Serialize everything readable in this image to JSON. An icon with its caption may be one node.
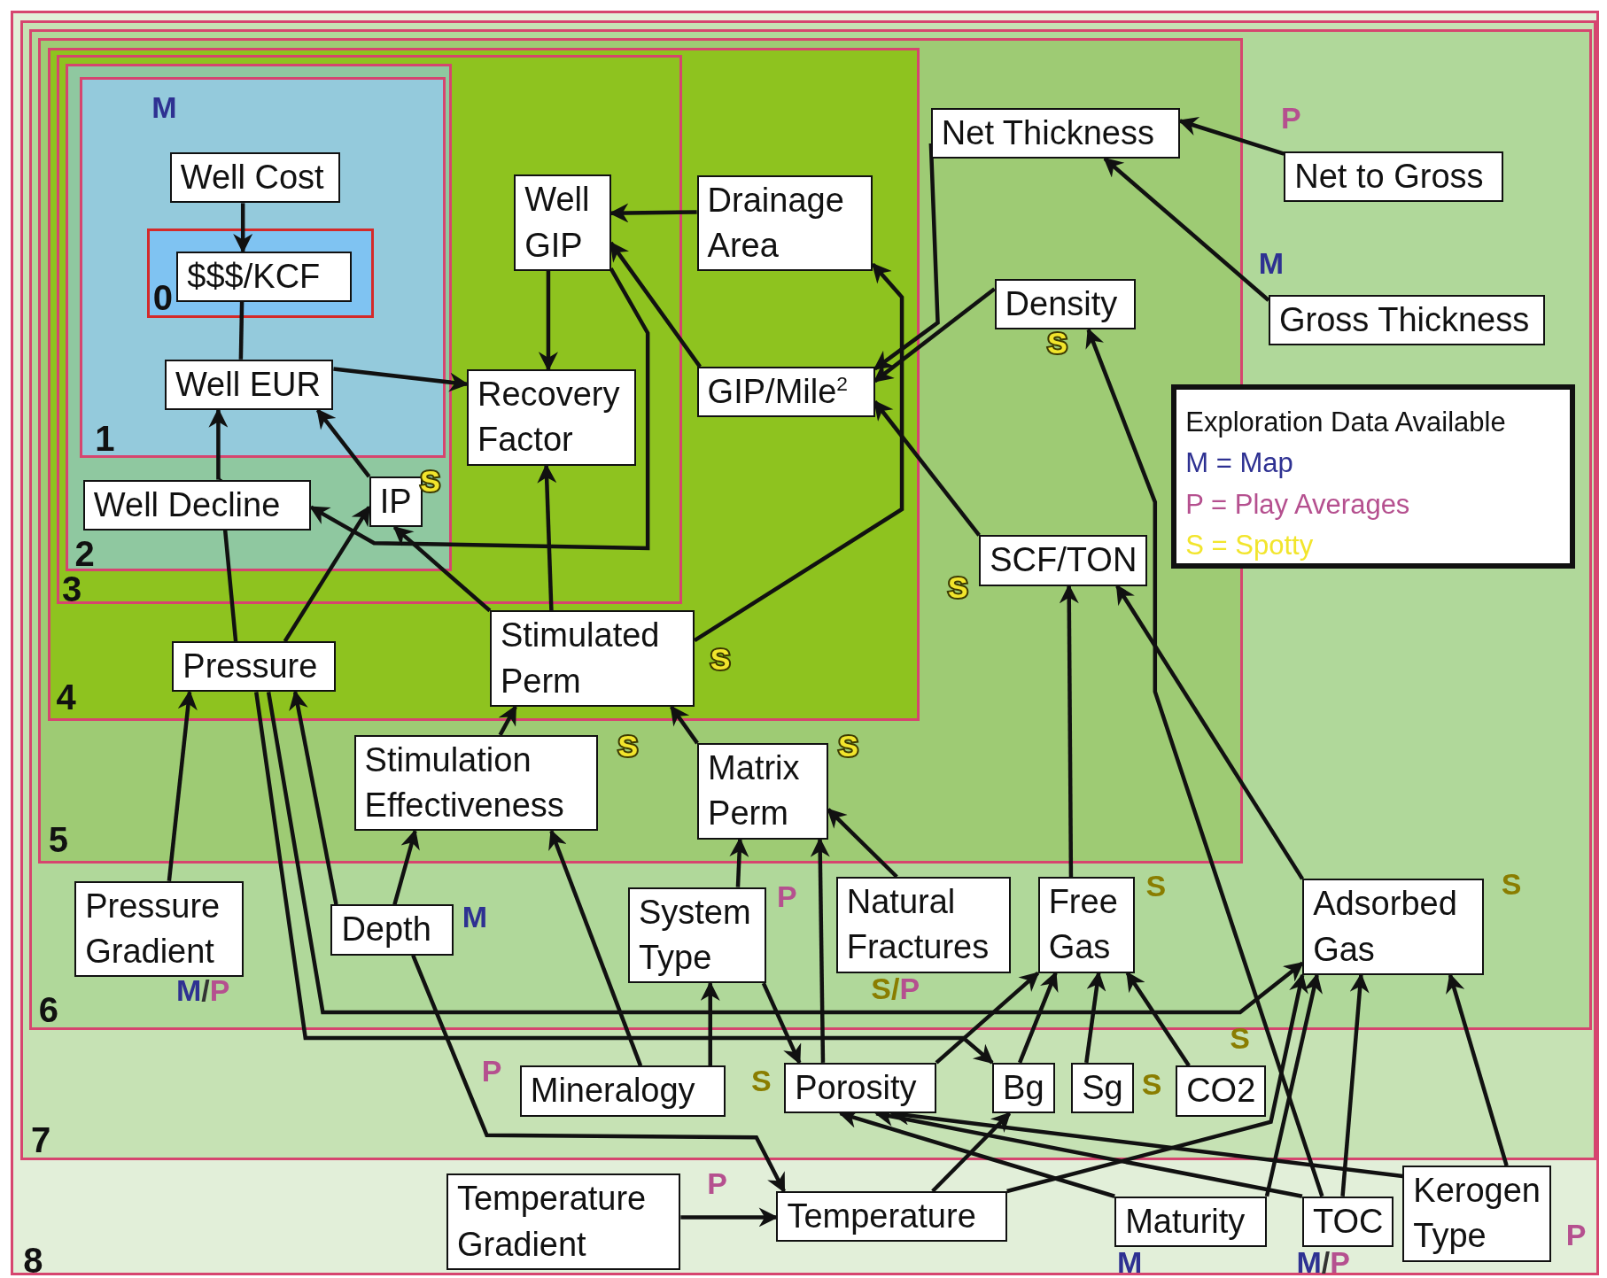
{
  "diagram": {
    "nodes": [
      {
        "text": [
          "8"
        ]
      },
      {
        "text": [
          "7"
        ],
        "in": 0
      },
      {
        "text": [
          "6"
        ],
        "in": 1
      },
      {
        "text": [
          "5"
        ],
        "in": 2
      },
      {
        "text": [
          "4"
        ],
        "in": 3
      },
      {
        "text": [
          "3"
        ],
        "in": 4
      },
      {
        "text": [
          "2"
        ],
        "in": 5
      },
      {
        "text": [
          "1"
        ],
        "in": 6
      },
      {
        "text": [
          "0"
        ],
        "in": 7
      },
      {
        "text": [
          "Well Cost"
        ],
        "in": 7,
        "beside": [
          "M"
        ]
      },
      {
        "text": [
          "$$$/KCF"
        ],
        "in": 8
      },
      {
        "text": [
          "Well EUR"
        ],
        "in": 7
      },
      {
        "text": [
          "Well Decline"
        ],
        "in": 6
      },
      {
        "text": [
          "IP"
        ],
        "in": 6,
        "beside": [
          "S"
        ]
      },
      {
        "text": [
          "Well GIP"
        ],
        "in": 5
      },
      {
        "text": [
          "Drainage Area"
        ],
        "in": 4
      },
      {
        "text": [
          "Recovery Factor"
        ],
        "in": 5
      },
      {
        "text": [
          "GIP/Mile$^{2}$"
        ],
        "in": 4
      },
      {
        "text": [
          "Net Thickness"
        ],
        "in": 3
      },
      {
        "text": [
          "Net to Gross"
        ],
        "in": 2,
        "beside": [
          "P"
        ]
      },
      {
        "text": [
          "Density"
        ],
        "in": 3,
        "beside": [
          "S"
        ]
      },
      {
        "text": [
          "Gross Thickness"
        ],
        "in": 2,
        "beside": [
          "M"
        ]
      },
      {
        "text": [
          "SCF/TON"
        ],
        "in": 3,
        "beside": [
          "S"
        ]
      },
      {
        "text": [
          "Pressure"
        ],
        "in": 4
      },
      {
        "text": [
          "Stimulated Perm"
        ],
        "in": 4,
        "beside": [
          "S"
        ]
      },
      {
        "text": [
          "Stimulation Effectiveness"
        ],
        "in": 3,
        "beside": [
          "S"
        ]
      },
      {
        "text": [
          "Matrix Perm"
        ],
        "in": 3,
        "beside": [
          "S"
        ]
      },
      {
        "text": [
          "Pressure Gradient"
        ],
        "in": 2,
        "beside": [
          "M/P"
        ]
      },
      {
        "text": [
          "Depth"
        ],
        "in": 2,
        "beside": [
          "M"
        ]
      },
      {
        "text": [
          "System Type"
        ],
        "in": 2,
        "beside": [
          "P"
        ]
      },
      {
        "text": [
          "Natural Fractures"
        ],
        "in": 2,
        "beside": [
          "S/P"
        ]
      },
      {
        "text": [
          "Free Gas"
        ],
        "in": 2,
        "beside": [
          "S"
        ]
      },
      {
        "text": [
          "Adsorbed Gas"
        ],
        "in": 2,
        "beside": [
          "S"
        ]
      },
      {
        "text": [
          "Mineralogy"
        ],
        "in": 1,
        "beside": [
          "P"
        ]
      },
      {
        "text": [
          "Porosity"
        ],
        "in": 1,
        "beside": [
          "S"
        ]
      },
      {
        "text": [
          "Bg"
        ],
        "in": 1
      },
      {
        "text": [
          "Sg"
        ],
        "in": 1,
        "beside": [
          "S"
        ]
      },
      {
        "text": [
          "CO2"
        ],
        "in": 1,
        "beside": [
          "S"
        ]
      },
      {
        "text": [
          "Temperature Gradient"
        ],
        "in": 0,
        "beside": [
          "P"
        ]
      },
      {
        "text": [
          "Temperature"
        ],
        "in": 0
      },
      {
        "text": [
          "Maturity"
        ],
        "in": 0,
        "beside": [
          "M"
        ]
      },
      {
        "text": [
          "TOC"
        ],
        "in": 0,
        "beside": [
          "M/P"
        ]
      },
      {
        "text": [
          "Kerogen Type"
        ],
        "in": 0,
        "beside": [
          "P"
        ]
      }
    ],
    "edges": [
      {
        "from": 9,
        "to": 10,
        "arrow": "to"
      },
      {
        "from": 11,
        "to": 10,
        "arrow": "to"
      },
      {
        "from": 11,
        "to": 16,
        "arrow": "to"
      },
      {
        "from": 12,
        "to": 11,
        "arrow": "to"
      },
      {
        "from": 13,
        "to": 11,
        "arrow": "to"
      },
      {
        "from": 23,
        "to": 12,
        "arrow": "to"
      },
      {
        "from": 23,
        "to": 13,
        "arrow": "to"
      },
      {
        "from": 24,
        "to": 13,
        "arrow": "to"
      },
      {
        "from": 14,
        "to": 16,
        "arrow": "to"
      },
      {
        "from": 15,
        "to": 14,
        "arrow": "to"
      },
      {
        "from": 17,
        "to": 14,
        "arrow": "to"
      },
      {
        "from": 24,
        "to": 16,
        "arrow": "to"
      },
      {
        "from": 14,
        "to": 12,
        "arrow": "to"
      },
      {
        "from": 24,
        "to": 15,
        "arrow": "to"
      },
      {
        "from": 18,
        "to": 17,
        "arrow": "to"
      },
      {
        "from": 20,
        "to": 17,
        "arrow": "to"
      },
      {
        "from": 22,
        "to": 17,
        "arrow": "to"
      },
      {
        "from": 19,
        "to": 18,
        "arrow": "to"
      },
      {
        "from": 21,
        "to": 18,
        "arrow": "to"
      },
      {
        "from": 31,
        "to": 22,
        "arrow": "to"
      },
      {
        "from": 32,
        "to": 22,
        "arrow": "to"
      },
      {
        "from": 41,
        "to": 20,
        "arrow": "to"
      },
      {
        "from": 25,
        "to": 24,
        "arrow": "to"
      },
      {
        "from": 26,
        "to": 24,
        "arrow": "to"
      },
      {
        "from": 27,
        "to": 23,
        "arrow": "to"
      },
      {
        "from": 28,
        "to": 23,
        "arrow": "to"
      },
      {
        "from": 28,
        "to": 25,
        "arrow": "to"
      },
      {
        "from": 28,
        "to": 39,
        "arrow": "to"
      },
      {
        "from": 33,
        "to": 25,
        "arrow": "to"
      },
      {
        "from": 33,
        "to": 29,
        "arrow": "to"
      },
      {
        "from": 29,
        "to": 26,
        "arrow": "to"
      },
      {
        "from": 29,
        "to": 34,
        "arrow": "to"
      },
      {
        "from": 34,
        "to": 26,
        "arrow": "to"
      },
      {
        "from": 30,
        "to": 26,
        "arrow": "to"
      },
      {
        "from": 34,
        "to": 31,
        "arrow": "to"
      },
      {
        "from": 35,
        "to": 31,
        "arrow": "to"
      },
      {
        "from": 36,
        "to": 31,
        "arrow": "to"
      },
      {
        "from": 37,
        "to": 31,
        "arrow": "to"
      },
      {
        "from": 23,
        "to": 32,
        "arrow": "to"
      },
      {
        "from": 23,
        "to": 35,
        "arrow": "to"
      },
      {
        "from": 38,
        "to": 39,
        "arrow": "to"
      },
      {
        "from": 39,
        "to": 35,
        "arrow": "to"
      },
      {
        "from": 39,
        "to": 32,
        "arrow": "to"
      },
      {
        "from": 40,
        "to": 34,
        "arrow": "to"
      },
      {
        "from": 41,
        "to": 34,
        "arrow": "to"
      },
      {
        "from": 42,
        "to": 34,
        "arrow": "to"
      },
      {
        "from": 40,
        "to": 32,
        "arrow": "to"
      },
      {
        "from": 41,
        "to": 32,
        "arrow": "to"
      },
      {
        "from": 42,
        "to": 32,
        "arrow": "to"
      }
    ],
    "labels": [
      "Exploration Data Available"
    ],
    "legend": [
      {
        "text": "M = Map",
        "color": "#2e3192"
      },
      {
        "text": "P = Play Averages",
        "color": "#b5508f"
      },
      {
        "text": "S = Spotty",
        "color": "#f2e52c"
      }
    ]
  }
}
